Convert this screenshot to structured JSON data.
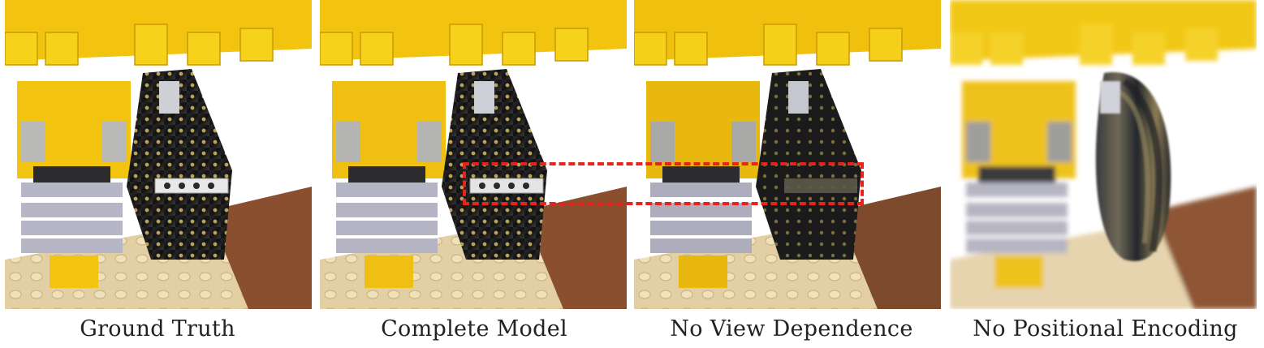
{
  "figure": {
    "panels": [
      {
        "caption": "Ground Truth",
        "image": "lego-bulldozer-ground-truth"
      },
      {
        "caption": "Complete Model",
        "image": "lego-bulldozer-complete-model"
      },
      {
        "caption": "No View Dependence",
        "image": "lego-bulldozer-no-view-dependence"
      },
      {
        "caption": "No Positional Encoding",
        "image": "lego-bulldozer-no-positional-encoding"
      }
    ],
    "highlight_color": "#e8231e"
  }
}
